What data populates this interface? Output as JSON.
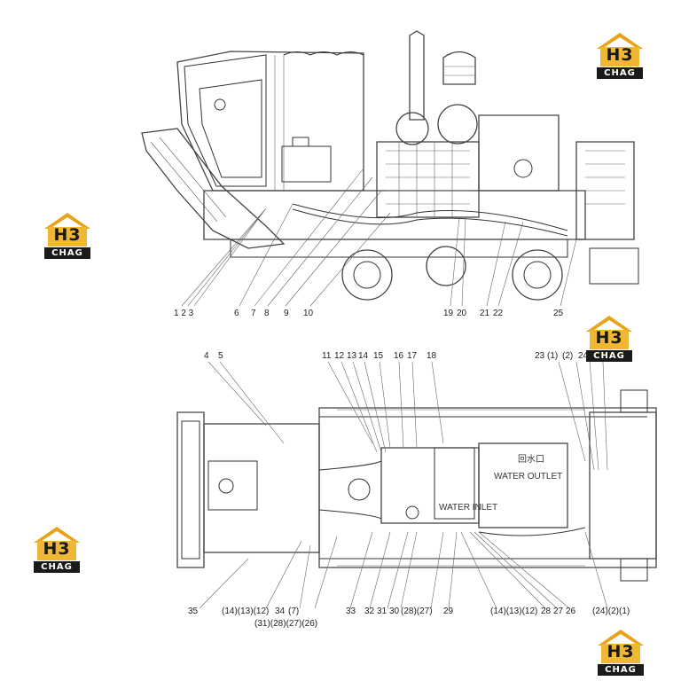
{
  "logos": [
    {
      "name": "logo-top-right",
      "main": "H3",
      "sub": "CHAG"
    },
    {
      "name": "logo-left-top",
      "main": "H3",
      "sub": "CHAG"
    },
    {
      "name": "logo-right-middle",
      "main": "H3",
      "sub": "CHAG"
    },
    {
      "name": "logo-left-bottom",
      "main": "H3",
      "sub": "CHAG"
    },
    {
      "name": "logo-bottom-right",
      "main": "H3",
      "sub": "CHAG"
    }
  ],
  "side_view": {
    "callouts": [
      "1 2 3",
      "6",
      "7",
      "8",
      "9",
      "10",
      "19",
      "20",
      "21",
      "22",
      "25"
    ]
  },
  "plan_view": {
    "top_callouts": [
      "4",
      "5",
      "11",
      "12",
      "13",
      "14",
      "15",
      "16",
      "17",
      "18",
      "23",
      "(1)",
      "(2)",
      "24"
    ],
    "bottom_callouts": [
      "35",
      "(14)(13)(12)",
      "34",
      "(7)",
      "(31)(28)(27)(26)",
      "33",
      "32",
      "31",
      "30",
      "(28)(27)",
      "29",
      "(14)(13)(12)",
      "28",
      "27",
      "26",
      "(24)(2)(1)"
    ],
    "labels": {
      "water_outlet_cn": "回水口",
      "water_outlet": "WATER OUTLET",
      "water_inlet": "WATER INLET"
    }
  },
  "colors": {
    "line": "#333333",
    "logo_gold": "#e8a317",
    "logo_dark": "#1a1a1a"
  }
}
